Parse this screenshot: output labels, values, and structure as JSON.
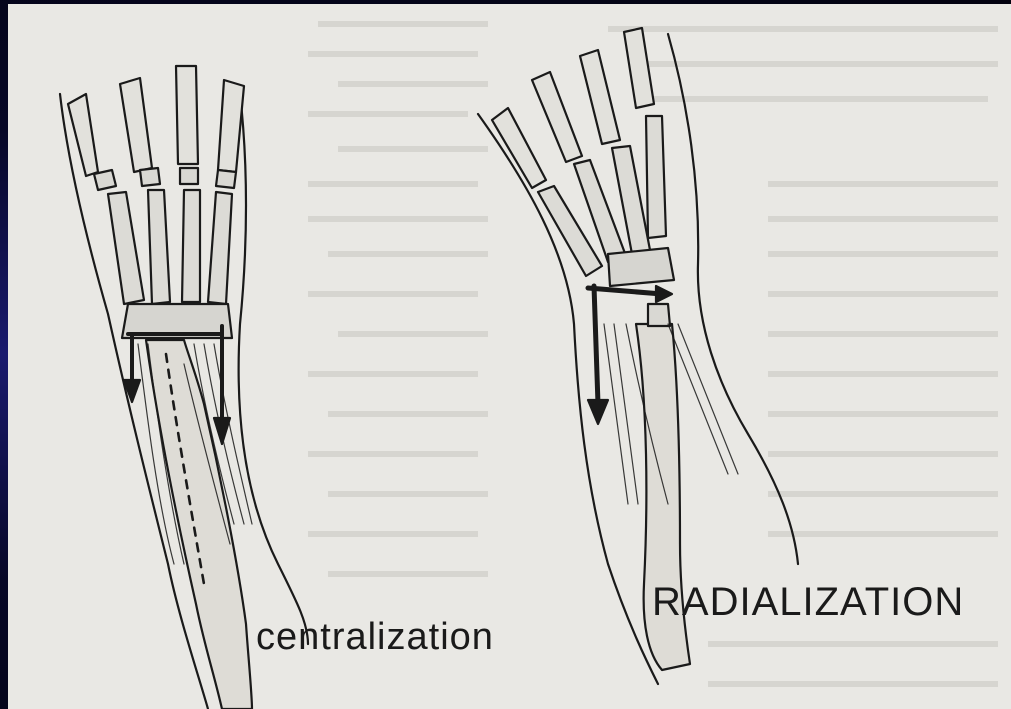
{
  "labels": {
    "left_caption": "centralization",
    "right_caption": "RADIALIZATION"
  },
  "colors": {
    "background": "#0a0a2e",
    "paper": "#e9e8e4",
    "ink": "#1a1a1a"
  },
  "icons": {
    "left": "forearm-centralization-illustration",
    "right": "forearm-radialization-illustration"
  }
}
